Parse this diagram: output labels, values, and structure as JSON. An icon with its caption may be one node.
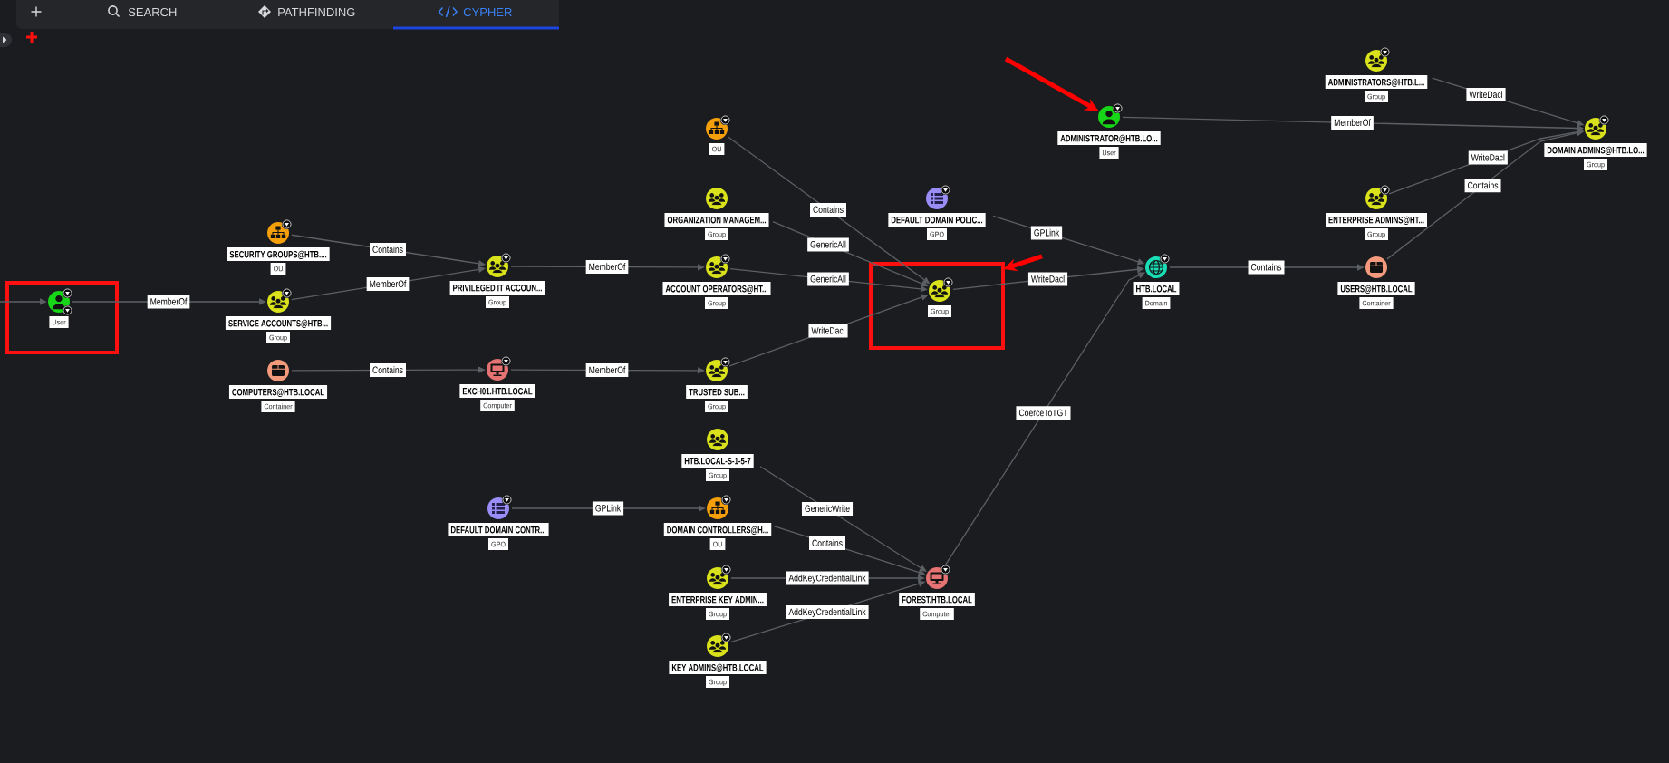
{
  "diagram": {
    "nodes": [
      {
        "text": [],
        "shape": "box"
      },
      {
        "text": [
          "User"
        ],
        "in": 0
      },
      {
        "text": [
          "SECURITY GROUPS@HTB....",
          "OU"
        ]
      },
      {
        "text": [
          "SERVICE ACCOUNTS@HTB...",
          "Group"
        ]
      },
      {
        "text": [
          "COMPUTERS@HTB.LOCAL",
          "Container"
        ]
      },
      {
        "text": [
          "PRIVILEGED IT ACCOUN...",
          "Group"
        ]
      },
      {
        "text": [
          "EXCH01.HTB.LOCAL",
          "Computer"
        ]
      },
      {
        "text": [
          "DEFAULT DOMAIN CONTR...",
          "GPO"
        ]
      },
      {
        "text": [
          "OU"
        ]
      },
      {
        "text": [
          "ORGANIZATION MANAGEM...",
          "Group"
        ]
      },
      {
        "text": [
          "ACCOUNT OPERATORS@HT...",
          "Group"
        ]
      },
      {
        "text": [
          "TRUSTED SUB...",
          "Group"
        ]
      },
      {
        "text": [
          "HTB.LOCAL-S-1-5-7",
          "Group"
        ]
      },
      {
        "text": [
          "DOMAIN CONTROLLERS@H...",
          "OU"
        ]
      },
      {
        "text": [
          "ENTERPRISE KEY ADMIN...",
          "Group"
        ]
      },
      {
        "text": [
          "KEY ADMINS@HTB.LOCAL",
          "Group"
        ]
      },
      {
        "text": [
          "DEFAULT DOMAIN POLIC...",
          "GPO"
        ]
      },
      {
        "text": [],
        "shape": "box"
      },
      {
        "text": [
          "Group"
        ],
        "in": 17
      },
      {
        "text": [
          "FOREST.HTB.LOCAL",
          "Computer"
        ]
      },
      {
        "text": [
          "ADMINISTRATOR@HTB.LO...",
          "User"
        ]
      },
      {
        "text": [
          "HTB.LOCAL",
          "Domain"
        ]
      },
      {
        "text": [
          "ADMINISTRATORS@HTB.L...",
          "Group"
        ]
      },
      {
        "text": [
          "ENTERPRISE ADMINS@HT...",
          "Group"
        ]
      },
      {
        "text": [
          "USERS@HTB.LOCAL",
          "Container"
        ]
      },
      {
        "text": [
          "DOMAIN ADMINS@HTB.LO...",
          "Group"
        ]
      }
    ],
    "edges": [
      {
        "from": null,
        "to": 1,
        "arrow": "to"
      },
      {
        "from": 1,
        "to": 3,
        "arrow": "to",
        "label": "MemberOf"
      },
      {
        "from": 2,
        "to": 5,
        "arrow": "to",
        "label": "Contains"
      },
      {
        "from": 3,
        "to": 5,
        "arrow": "to",
        "label": "MemberOf"
      },
      {
        "from": 4,
        "to": 6,
        "arrow": "to",
        "label": "Contains"
      },
      {
        "from": 5,
        "to": 10,
        "arrow": "to",
        "label": "MemberOf"
      },
      {
        "from": 6,
        "to": 11,
        "arrow": "to",
        "label": "MemberOf"
      },
      {
        "from": 7,
        "to": 13,
        "arrow": "to",
        "label": "GPLink"
      },
      {
        "from": 8,
        "to": 18,
        "arrow": "to",
        "label": "Contains"
      },
      {
        "from": 9,
        "to": 18,
        "arrow": "to",
        "label": "GenericAll"
      },
      {
        "from": 10,
        "to": 18,
        "arrow": "to",
        "label": "GenericAll"
      },
      {
        "from": 11,
        "to": 18,
        "arrow": "to",
        "label": "WriteDacl"
      },
      {
        "from": 12,
        "to": 19,
        "arrow": "to",
        "label": "GenericWrite"
      },
      {
        "from": 13,
        "to": 19,
        "arrow": "to",
        "label": "Contains"
      },
      {
        "from": 14,
        "to": 19,
        "arrow": "to",
        "label": "AddKeyCredentialLink"
      },
      {
        "from": 15,
        "to": 19,
        "arrow": "to",
        "label": "AddKeyCredentialLink"
      },
      {
        "from": 16,
        "to": 21,
        "arrow": "to",
        "label": "GPLink"
      },
      {
        "from": 18,
        "to": 21,
        "arrow": "to",
        "label": "WriteDacl"
      },
      {
        "from": 19,
        "to": 21,
        "arrow": "to",
        "label": "CoerceToTGT"
      },
      {
        "from": 20,
        "to": 25,
        "arrow": "to",
        "label": "MemberOf"
      },
      {
        "from": 21,
        "to": 24,
        "arrow": "to",
        "label": "Contains"
      },
      {
        "from": 22,
        "to": 25,
        "arrow": "to",
        "label": "WriteDacl"
      },
      {
        "from": 23,
        "to": 25,
        "arrow": "to",
        "label": "WriteDacl"
      },
      {
        "from": 24,
        "to": 25,
        "arrow": "to",
        "label": "Contains"
      },
      {
        "from": null,
        "to": 20,
        "arrow": "to",
        "style": "thick",
        "color": "#ff0000"
      },
      {
        "from": null,
        "to": 17,
        "arrow": "to",
        "style": "thick",
        "color": "#ff0000"
      }
    ],
    "labels": [
      "SEARCH",
      "PATHFINDING",
      "CYPHER"
    ]
  }
}
